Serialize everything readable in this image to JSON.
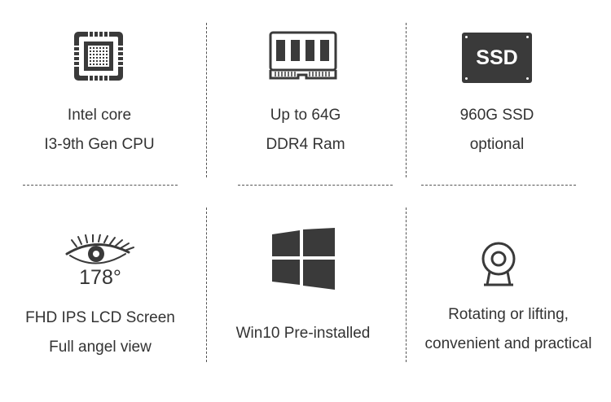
{
  "features": [
    {
      "icon": "cpu-chip-icon",
      "line1": "Intel core",
      "line2": "I3-9th Gen CPU"
    },
    {
      "icon": "ram-module-icon",
      "line1": "Up to 64G",
      "line2": "DDR4 Ram"
    },
    {
      "icon": "ssd-icon",
      "badge": "SSD",
      "line1": "960G SSD",
      "line2": "optional"
    },
    {
      "icon": "eye-icon",
      "badge": "178°",
      "line1": "FHD IPS LCD Screen",
      "line2": "Full angel view"
    },
    {
      "icon": "windows-logo-icon",
      "line1": "Win10 Pre-installed"
    },
    {
      "icon": "webcam-icon",
      "line1": "Rotating or lifting,",
      "line2": "convenient and practical"
    }
  ],
  "colors": {
    "icon": "#3a3a3a",
    "text": "#333333",
    "divider": "#555555"
  }
}
